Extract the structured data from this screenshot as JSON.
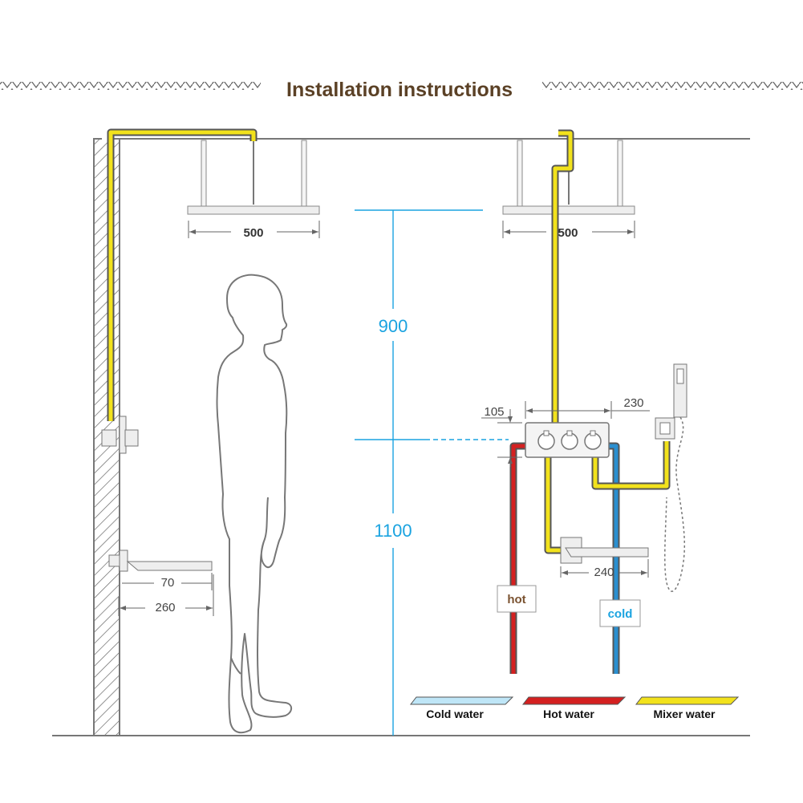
{
  "title": "Installation instructions",
  "dimensions": {
    "left_shower_width": "500",
    "right_shower_width": "500",
    "height_upper": "900",
    "height_lower": "1100",
    "panel_height": "105",
    "panel_offset": "230",
    "spout_length": "240",
    "wall_spout_depth": "70",
    "wall_spout_length": "260"
  },
  "labels": {
    "hot": "hot",
    "cold": "cold"
  },
  "legend": [
    {
      "label": "Cold water",
      "color": "#bfe6f7"
    },
    {
      "label": "Hot water",
      "color": "#d42020"
    },
    {
      "label": "Mixer water",
      "color": "#f2e21c"
    }
  ],
  "colors": {
    "title": "#5b4126",
    "dimension_blue": "#1aa3e0",
    "hot_pipe": "#d42020",
    "cold_pipe": "#2a8fd0",
    "mixer_pipe": "#f2e21c"
  }
}
